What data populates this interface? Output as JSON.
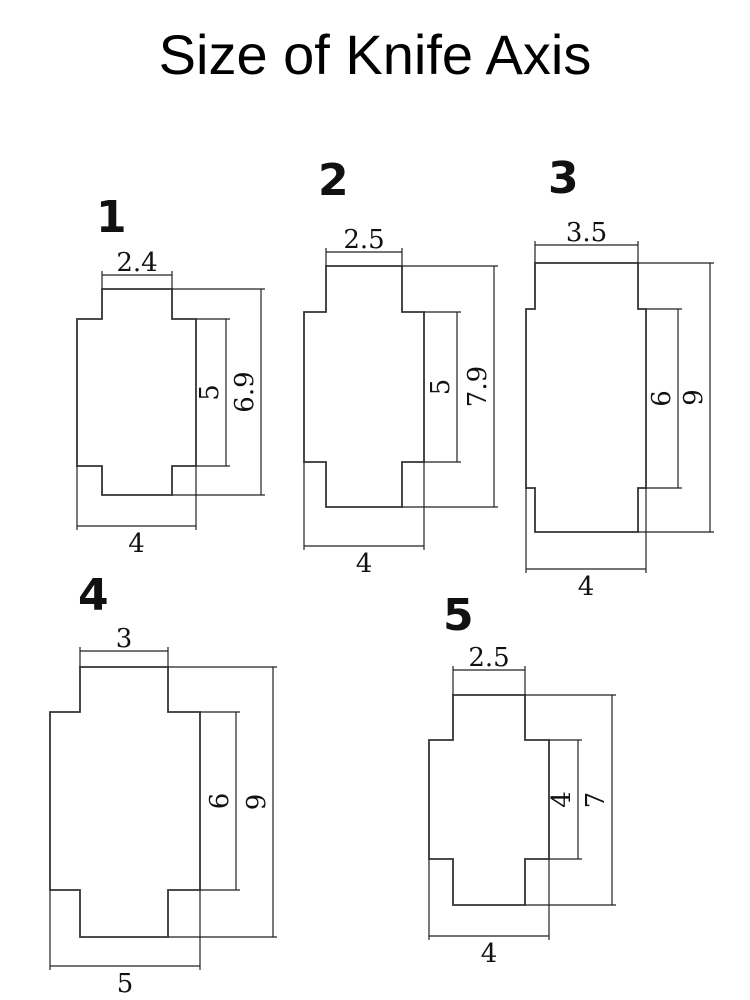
{
  "title": "Size of Knife Axis",
  "items": [
    {
      "number": "1",
      "top_width": "2.4",
      "bottom_width": "4",
      "inner_height": "5",
      "outer_height": "6.9"
    },
    {
      "number": "2",
      "top_width": "2.5",
      "bottom_width": "4",
      "inner_height": "5",
      "outer_height": "7.9"
    },
    {
      "number": "3",
      "top_width": "3.5",
      "bottom_width": "4",
      "inner_height": "6",
      "outer_height": "9"
    },
    {
      "number": "4",
      "top_width": "3",
      "bottom_width": "5",
      "inner_height": "6",
      "outer_height": "9"
    },
    {
      "number": "5",
      "top_width": "2.5",
      "bottom_width": "4",
      "inner_height": "4",
      "outer_height": "7"
    }
  ]
}
